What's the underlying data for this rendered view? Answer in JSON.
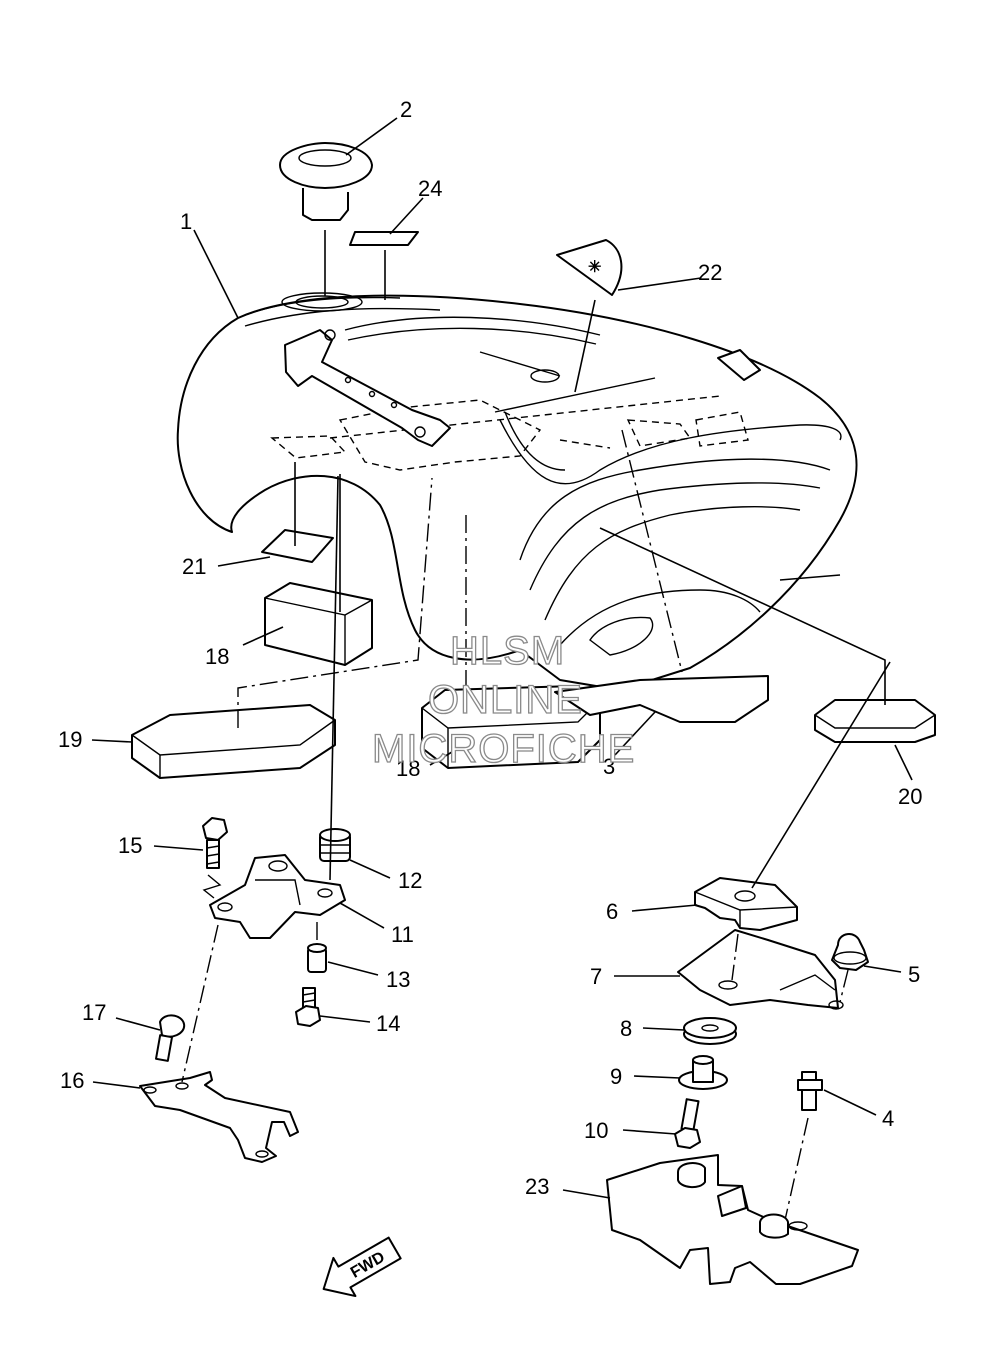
{
  "callouts": {
    "c1": "1",
    "c2": "2",
    "c3": "3",
    "c4": "4",
    "c5": "5",
    "c6": "6",
    "c7": "7",
    "c8": "8",
    "c9": "9",
    "c10": "10",
    "c11": "11",
    "c12": "12",
    "c13": "13",
    "c14": "14",
    "c15": "15",
    "c16": "16",
    "c17": "17",
    "c18a": "18",
    "c18b": "18",
    "c19": "19",
    "c20": "20",
    "c21": "21",
    "c22": "22",
    "c23": "23",
    "c24": "24"
  },
  "watermark": {
    "line1": "HLSM",
    "line2": "ONLINE",
    "line3": "MICROFICHE"
  },
  "direction": {
    "label": "FWD"
  }
}
